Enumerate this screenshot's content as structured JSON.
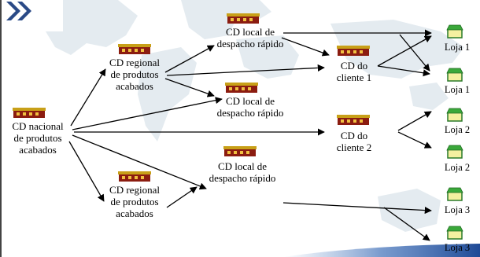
{
  "nodes": {
    "cd_nacional": "CD nacional\nde produtos\nacabados",
    "cd_regional_1": "CD regional\nde produtos\nacabados",
    "cd_regional_2": "CD regional\nde produtos\nacabados",
    "cd_local_1": "CD local de\ndespacho rápido",
    "cd_local_2": "CD local de\ndespacho rápido",
    "cd_local_3": "CD local de\ndespacho rápido",
    "cd_cliente_1": "CD do\ncliente 1",
    "cd_cliente_2": "CD do\ncliente 2"
  },
  "stores": [
    "Loja 1",
    "Loja 1",
    "Loja 2",
    "Loja 2",
    "Loja 3",
    "Loja 3"
  ],
  "colors": {
    "warehouse_roof": "#c8a018",
    "warehouse_body": "#8b1c10",
    "store_awning": "#3aa83a",
    "store_body": "#f4f0a0",
    "arrow": "#000000",
    "map_tint": "#e2e9ee",
    "corner_accent": "#2a4a86"
  },
  "icons": {
    "warehouse": "warehouse-icon",
    "store": "store-icon"
  }
}
